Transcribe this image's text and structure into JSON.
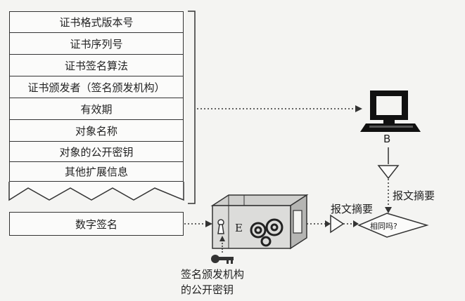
{
  "certificate": {
    "fields": [
      "证书格式版本号",
      "证书序列号",
      "证书签名算法",
      "证书颁发者（签名颁发机构）",
      "有效期",
      "对象名称",
      "对象的公开密钥",
      "其他扩展信息"
    ],
    "signature": "数字签名"
  },
  "labels": {
    "computer": "B",
    "digest_top": "报文摘要",
    "digest_left": "报文摘要",
    "compare": "相同吗?",
    "box_letter": "E",
    "key_caption_line1": "签名颁发机构",
    "key_caption_line2": "的公开密钥"
  },
  "icons": [
    "computer-icon",
    "key-icon",
    "lock-icon",
    "gear-icon"
  ]
}
